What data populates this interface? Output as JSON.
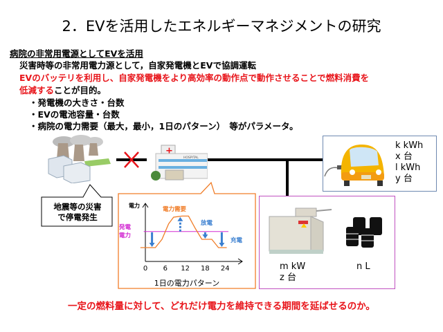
{
  "title": "2．EVを活用したエネルギーマネジメントの研究",
  "heading": "病院の非常用電源としてEVを活用",
  "line1": "災害時等の非常用電力源として，自家発電機とEVで協調運転",
  "line2_red": "EVのバッテリを利用し、自家発電機をより高効率の動作点で動作させることで燃料消費を",
  "line3_red": "低減する",
  "line3_black": "ことが目的。",
  "bullets": [
    "・発電機の大きさ・台数",
    "・EVの電池容量・台数",
    "・病院の電力需要（最大，最小，1日のパターン）　等がパラメータ。"
  ],
  "callout": [
    "地震等の災害",
    "で停電発生"
  ],
  "hospital_sign": "HOSPITAL",
  "ev_box": [
    "k kWh",
    "x 台",
    "l kWh",
    "y 台"
  ],
  "generator_box": {
    "gen": [
      "m kW",
      "z 台"
    ],
    "fuel": "n L"
  },
  "conclusion": "一定の燃料量に対して、どれだけ電力を維持できる期間を延ばせるのか。",
  "colors": {
    "red": "#e8141a",
    "orange": "#f07d28",
    "magenta": "#d22bd2",
    "blue": "#3a7fd0",
    "purple_box": "#c050c0",
    "ev_box": "#6d88b0"
  },
  "chart_data": {
    "type": "line",
    "title": "1日の電力パターン",
    "ylabel": "電力",
    "xticks": [
      "0",
      "6",
      "12",
      "18",
      "24"
    ],
    "xlim": [
      0,
      24
    ],
    "ylim": [
      0,
      100
    ],
    "demand_label": "電力需要",
    "generation_label": "発電電力",
    "discharge_label": "放電",
    "charge_label": "充電",
    "demand": {
      "x": [
        -1.5,
        3,
        5,
        7,
        8.5,
        11,
        13,
        15,
        17,
        20,
        22,
        24.5
      ],
      "y": [
        25,
        25,
        40,
        68,
        80,
        82,
        82,
        60,
        40,
        40,
        25,
        25
      ]
    },
    "generation": 54,
    "charge_arrows_at": [
      2,
      18,
      23
    ],
    "discharge_arrow_at": 10.5
  }
}
